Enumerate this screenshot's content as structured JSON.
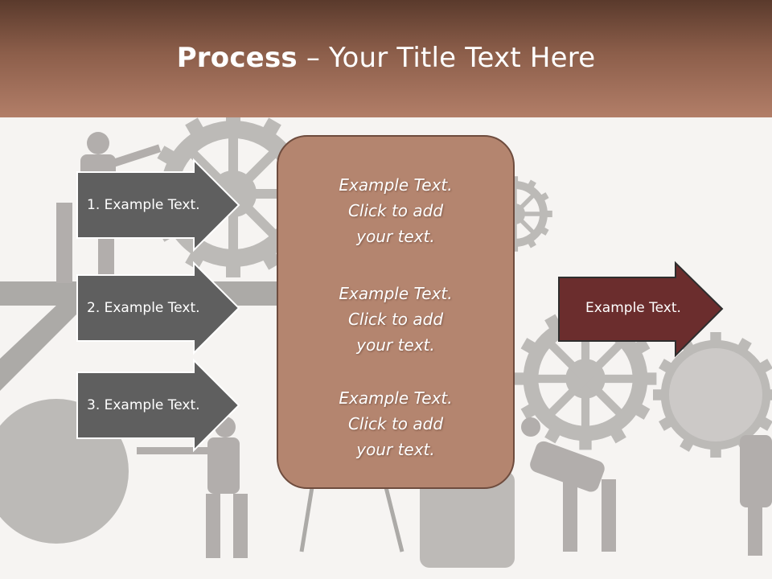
{
  "title": {
    "bold": "Process",
    "rest": " – Your Title Text Here"
  },
  "steps": [
    {
      "label": "1. Example Text."
    },
    {
      "label": "2. Example Text."
    },
    {
      "label": "3. Example Text."
    }
  ],
  "center_blocks": [
    {
      "line1": "Example Text.",
      "line2": "Click  to add",
      "line3": "your text."
    },
    {
      "line1": "Example Text.",
      "line2": "Click  to add",
      "line3": "your text."
    },
    {
      "line1": "Example Text.",
      "line2": "Click  to add",
      "line3": "your text."
    }
  ],
  "output": {
    "label": "Example Text."
  },
  "colors": {
    "header_dark": "#5a3a2c",
    "header_light": "#b27e68",
    "step_arrow": "#5f5f5f",
    "center_box": "#b4856f",
    "output_arrow": "#6b2d2d"
  }
}
